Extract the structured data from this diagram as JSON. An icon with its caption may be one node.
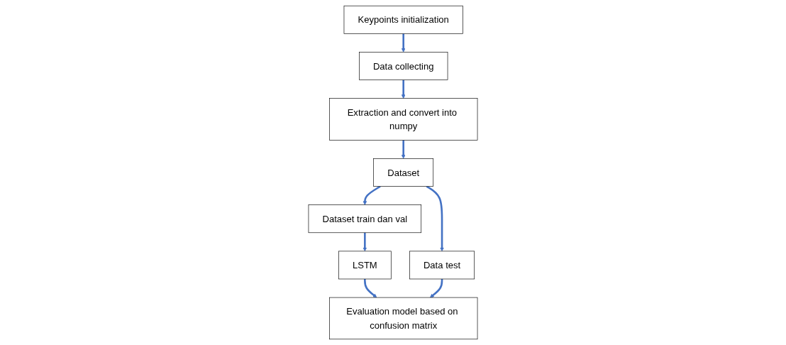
{
  "diagram": {
    "nodes": [
      {
        "text": [
          "Keypoints initialization"
        ]
      },
      {
        "text": [
          "Data collecting"
        ]
      },
      {
        "text": [
          "Extraction and convert into numpy"
        ]
      },
      {
        "text": [
          "Dataset"
        ]
      },
      {
        "text": [
          "Dataset train dan val"
        ]
      },
      {
        "text": [
          "Data test"
        ]
      },
      {
        "text": [
          "LSTM"
        ]
      },
      {
        "text": [
          "Evaluation model based on confusion matrix"
        ]
      }
    ],
    "edges": [
      {
        "from": 0,
        "to": 1,
        "arrow": "to"
      },
      {
        "from": 1,
        "to": 2,
        "arrow": "to"
      },
      {
        "from": 2,
        "to": 3,
        "arrow": "to"
      },
      {
        "from": 3,
        "to": 4,
        "arrow": "to"
      },
      {
        "from": 3,
        "to": 5,
        "arrow": "to"
      },
      {
        "from": 4,
        "to": 6,
        "arrow": "to"
      },
      {
        "from": 6,
        "to": 7,
        "arrow": "to"
      },
      {
        "from": 5,
        "to": 7,
        "arrow": "to"
      }
    ]
  }
}
